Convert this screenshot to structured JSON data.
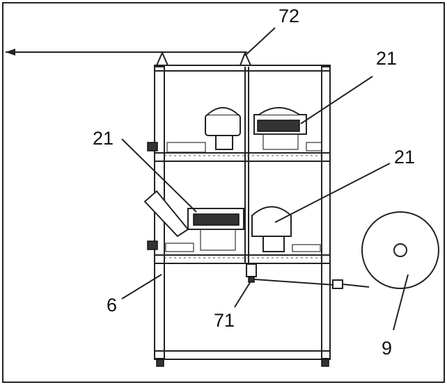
{
  "labels": {
    "l72": "72",
    "l21a": "21",
    "l21b": "21",
    "l21c": "21",
    "l6": "6",
    "l71": "71",
    "l9": "9"
  }
}
